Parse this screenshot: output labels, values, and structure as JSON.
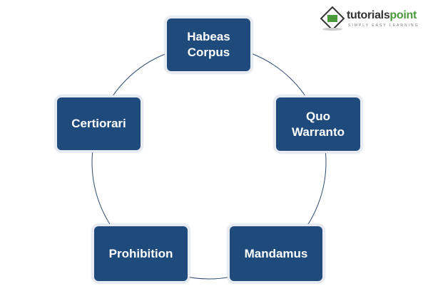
{
  "logo": {
    "brand_a": "tutorials",
    "brand_b": "point",
    "tagline": "SIMPLY EASY LEARNING"
  },
  "nodes": [
    {
      "label": "Habeas Corpus"
    },
    {
      "label": "Quo Warranto"
    },
    {
      "label": "Mandamus"
    },
    {
      "label": "Prohibition"
    },
    {
      "label": "Certiorari"
    }
  ],
  "colors": {
    "node_fill": "#1f4a7c",
    "ring": "#2e4a6e"
  }
}
